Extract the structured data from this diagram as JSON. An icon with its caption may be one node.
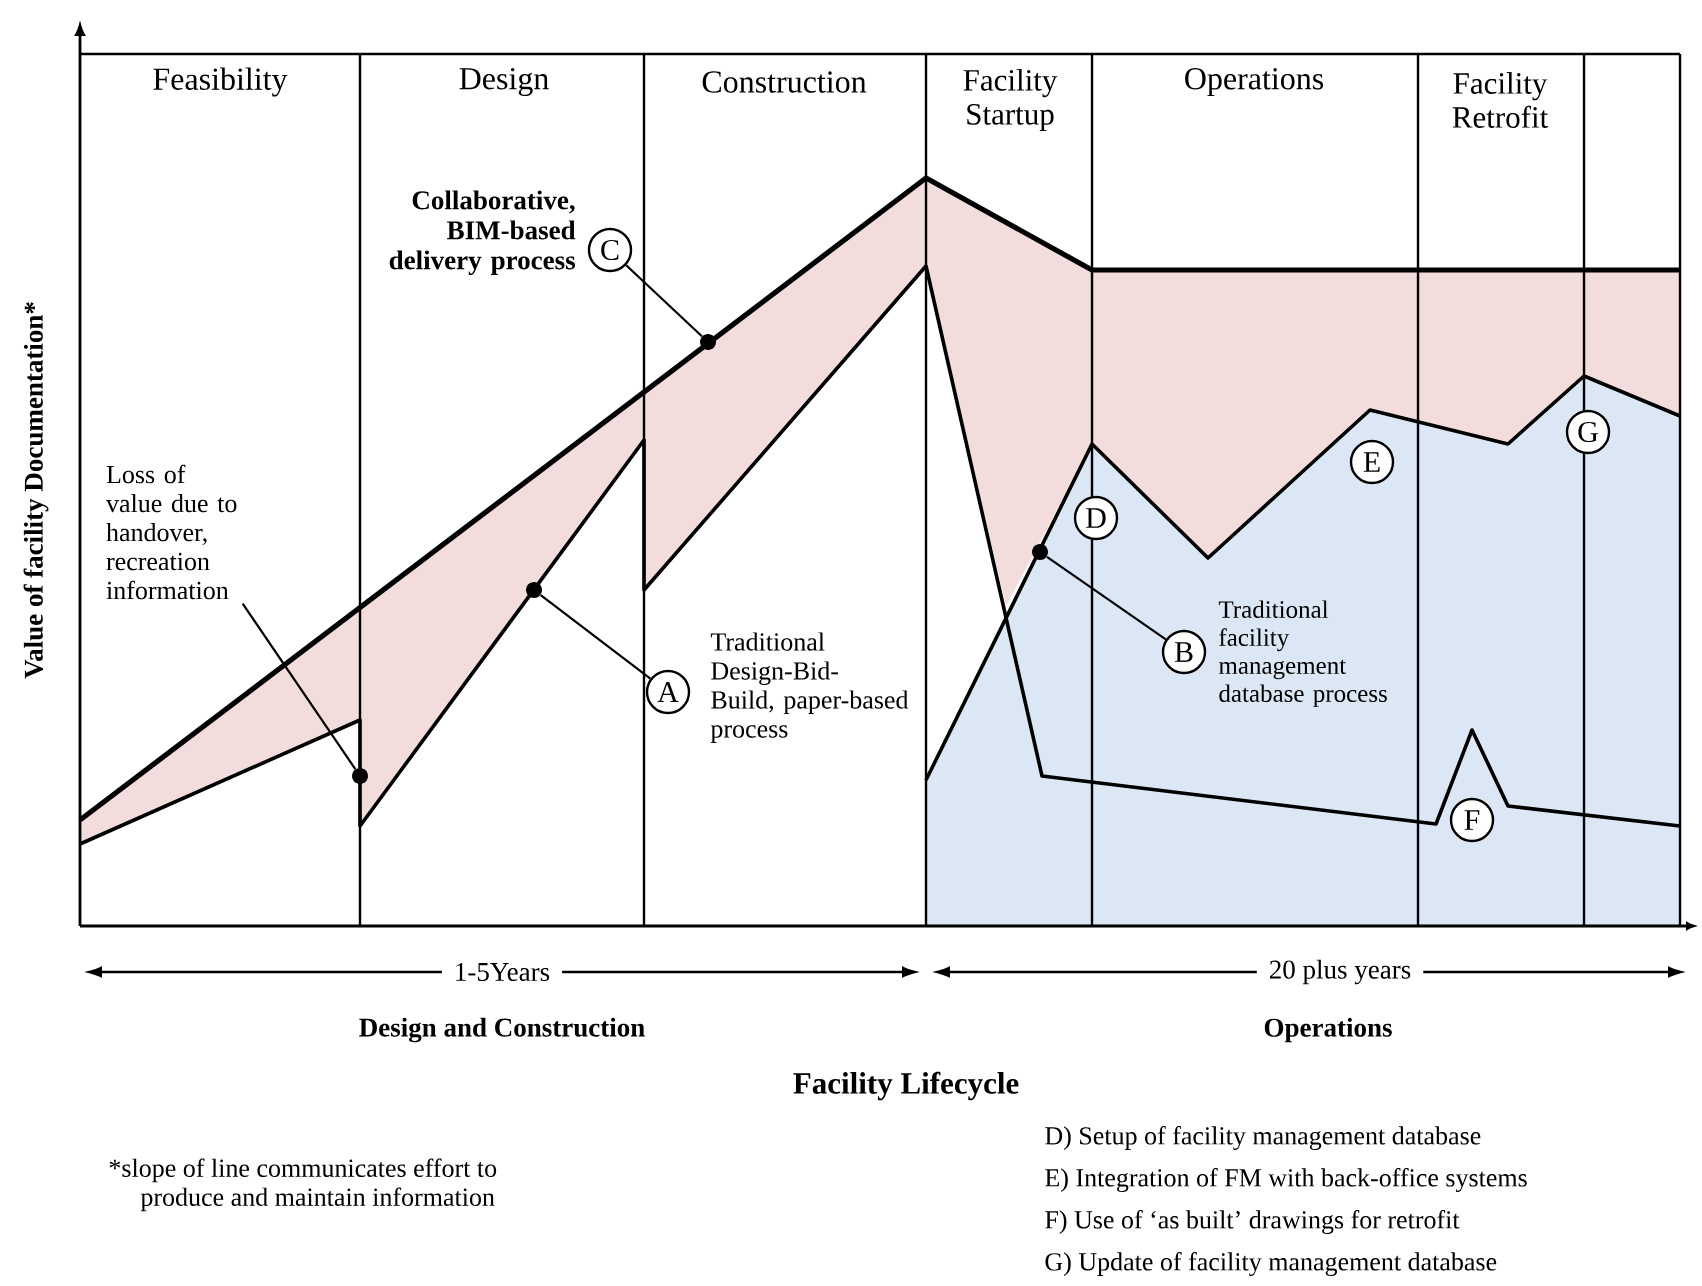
{
  "diagram": {
    "nodes": [
      {
        "text": [
          "C"
        ],
        "beside": [
          "Collaborative, BIM-based delivery process"
        ]
      },
      {
        "text": [],
        "shape": "dot"
      },
      {
        "text": [
          "Loss of value due to handover, recreation information"
        ]
      },
      {
        "text": [],
        "shape": "dot"
      },
      {
        "text": [
          "A"
        ],
        "beside": [
          "Traditional Design-Bid-Build, paper-based process"
        ]
      },
      {
        "text": [],
        "shape": "dot"
      },
      {
        "text": [
          "B"
        ],
        "beside": [
          "Traditional facility management database process"
        ]
      },
      {
        "text": [],
        "shape": "dot"
      },
      {
        "text": [
          "D"
        ]
      },
      {
        "text": [
          "E"
        ]
      },
      {
        "text": [
          "F"
        ]
      },
      {
        "text": [
          "G"
        ]
      }
    ],
    "edges": [
      {
        "from": 0,
        "to": 1,
        "arrow": "none"
      },
      {
        "from": 2,
        "to": 3,
        "arrow": "none"
      },
      {
        "from": 4,
        "to": 5,
        "arrow": "none"
      },
      {
        "from": 6,
        "to": 7,
        "arrow": "none"
      }
    ],
    "labels": [
      "Feasibility",
      "Design",
      "Construction",
      "Facility Startup",
      "Operations",
      "Facility Retrofit",
      "Value of facility Documentation*",
      "1-5Years",
      "20 plus years",
      "Design and Construction",
      "Operations",
      "Facility Lifecycle",
      "*slope of line communicates effort to produce and maintain information",
      "D) Setup of facility management database",
      "E) Integration of FM with back-office systems",
      "F) Use of ‘as built’ drawings for retrofit",
      "G) Update of facility management database"
    ]
  }
}
